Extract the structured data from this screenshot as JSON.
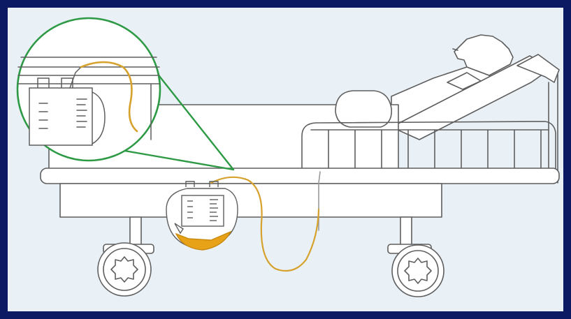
{
  "colors": {
    "border": "#0b1a63",
    "background": "#e9f1f7",
    "line": "#5e5e5e",
    "fill": "#ffffff",
    "zoom_circle": "#2e9a45",
    "tube": "#d6a12c",
    "urine": "#e7a218"
  },
  "icons": [
    "catheter-drainage-bag",
    "hospital-bed",
    "patient",
    "bed-wheel",
    "magnifier-circle"
  ]
}
